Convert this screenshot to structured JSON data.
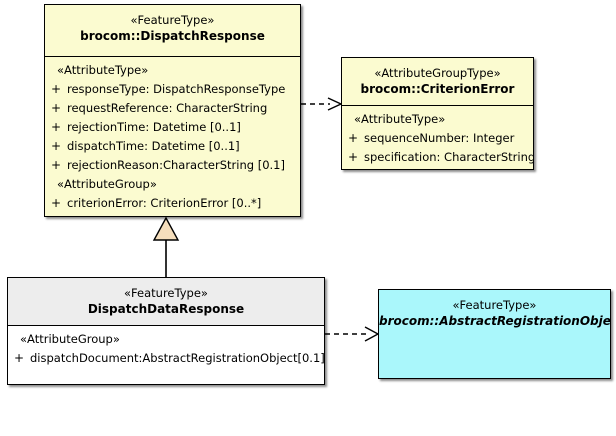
{
  "diagram": {
    "type": "uml-class-diagram",
    "background": "#ffffff",
    "colors": {
      "feature_type_fill": "#fbfbd0",
      "abstract_fill": "#aaf7fb",
      "grey_header_fill": "#ededed",
      "line": "#000000",
      "generalization_arrow_fill": "#f5debc"
    }
  },
  "classes": {
    "dispatch_response": {
      "stereotype": "«FeatureType»",
      "name": "brocom::DispatchResponse",
      "groups": [
        {
          "label": "«AttributeType»",
          "attributes": [
            {
              "visibility": "+",
              "text": "responseType: DispatchResponseType"
            },
            {
              "visibility": "+",
              "text": "requestReference: CharacterString"
            },
            {
              "visibility": "+",
              "text": "rejectionTime: Datetime [0..1]"
            },
            {
              "visibility": "+",
              "text": "dispatchTime: Datetime [0..1]"
            },
            {
              "visibility": "+",
              "text": "rejectionReason:CharacterString [0.1]"
            }
          ]
        },
        {
          "label": "«AttributeGroup»",
          "attributes": [
            {
              "visibility": "+",
              "text": "criterionError: CriterionError [0..*]"
            }
          ]
        }
      ]
    },
    "criterion_error": {
      "stereotype": "«AttributeGroupType»",
      "name": "brocom::CriterionError",
      "groups": [
        {
          "label": "«AttributeType»",
          "attributes": [
            {
              "visibility": "+",
              "text": "sequenceNumber: Integer"
            },
            {
              "visibility": "+",
              "text": "specification: CharacterString"
            }
          ]
        }
      ]
    },
    "dispatch_data_response": {
      "stereotype": "«FeatureType»",
      "name": "DispatchDataResponse",
      "groups": [
        {
          "label": "«AttributeGroup»",
          "attributes": [
            {
              "visibility": "+",
              "text": "dispatchDocument:AbstractRegistrationObject[0.1]"
            }
          ]
        }
      ]
    },
    "abstract_registration_object": {
      "stereotype": "«FeatureType»",
      "name": "brocom::AbstractRegistrationObject",
      "abstract": true,
      "groups": []
    }
  },
  "relationships": [
    {
      "id": "dependency-dispatchresponse-criterionerror",
      "kind": "dependency",
      "style": "dashed-open-arrow",
      "from": "dispatch_response",
      "to": "criterion_error"
    },
    {
      "id": "generalization-dispatchdataresponse-dispatchresponse",
      "kind": "generalization",
      "style": "solid-hollow-triangle",
      "from": "dispatch_data_response",
      "to": "dispatch_response"
    },
    {
      "id": "dependency-dispatchdataresponse-abstractregistrationobject",
      "kind": "dependency",
      "style": "dashed-open-arrow",
      "from": "dispatch_data_response",
      "to": "abstract_registration_object"
    }
  ]
}
